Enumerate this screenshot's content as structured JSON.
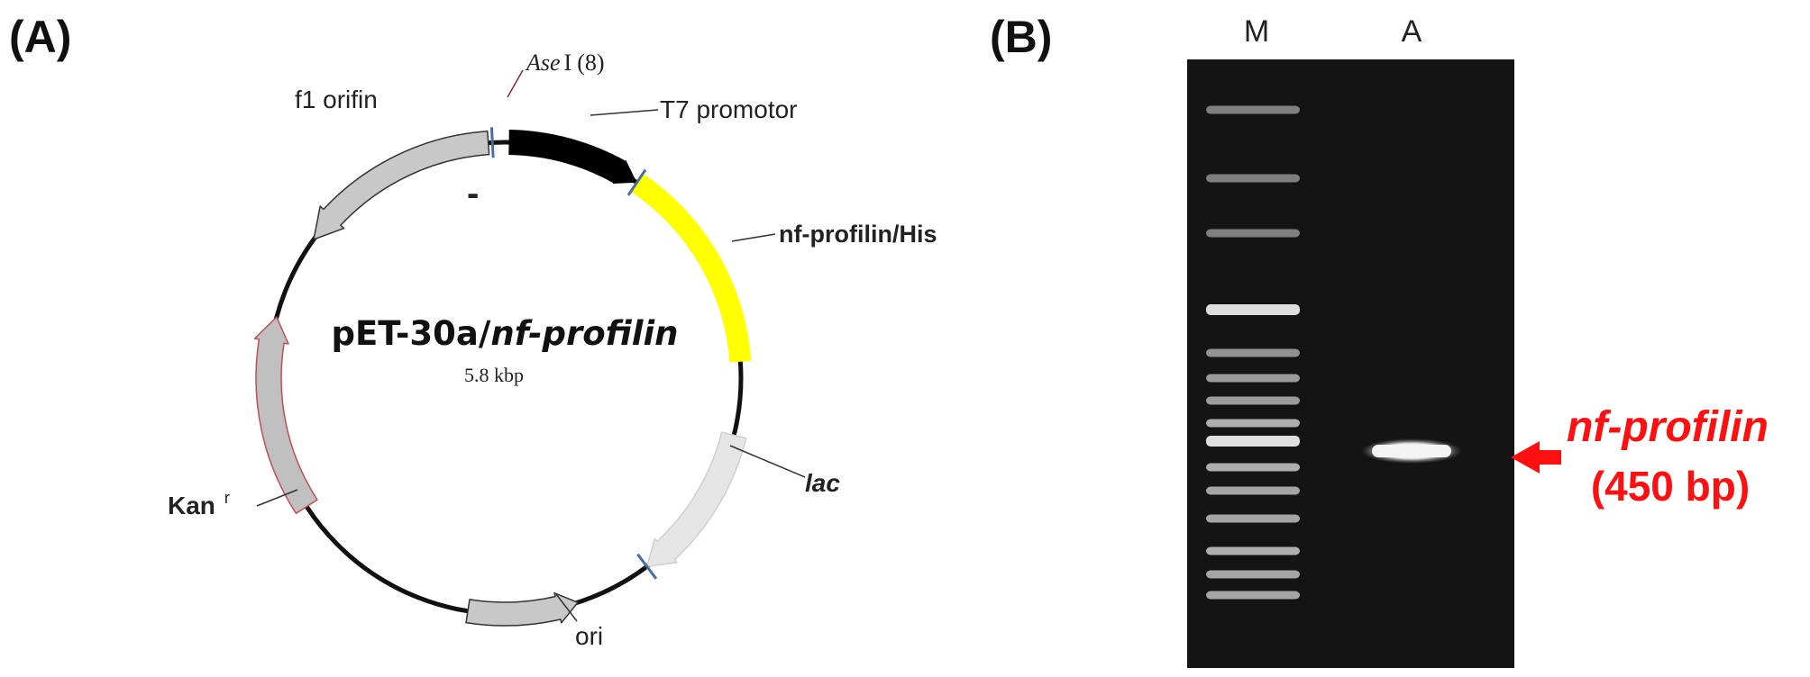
{
  "panel_a": {
    "label": "(A)",
    "plasmid_name": "pET-30a/",
    "plasmid_insert": "nf-profilin",
    "plasmid_size": "5.8 kbp",
    "site_enzyme": "Ase",
    "site_numeral": "I",
    "site_position": "(8)",
    "minus_mark": "-",
    "features": {
      "t7": "T7 promotor",
      "insert": "nf-profilin/His",
      "lac": "lac",
      "ori": "ori",
      "kan": "Kan",
      "kan_sup": "r",
      "f1": "f1 orifin"
    },
    "colors": {
      "t7": "#000000",
      "insert": "#ffff00",
      "lac": "#e6e6e6",
      "ori": "#c8c8c8",
      "kan": "#c0c0c0",
      "kan_border": "#c05050",
      "f1": "#c8c8c8",
      "site_tick": "#4a6ea0"
    }
  },
  "panel_b": {
    "label": "(B)",
    "lane_m": "M",
    "lane_a": "A",
    "band_name": "nf-profilin",
    "band_size": "(450 bp)",
    "annotation_color": "#ff1010"
  }
}
